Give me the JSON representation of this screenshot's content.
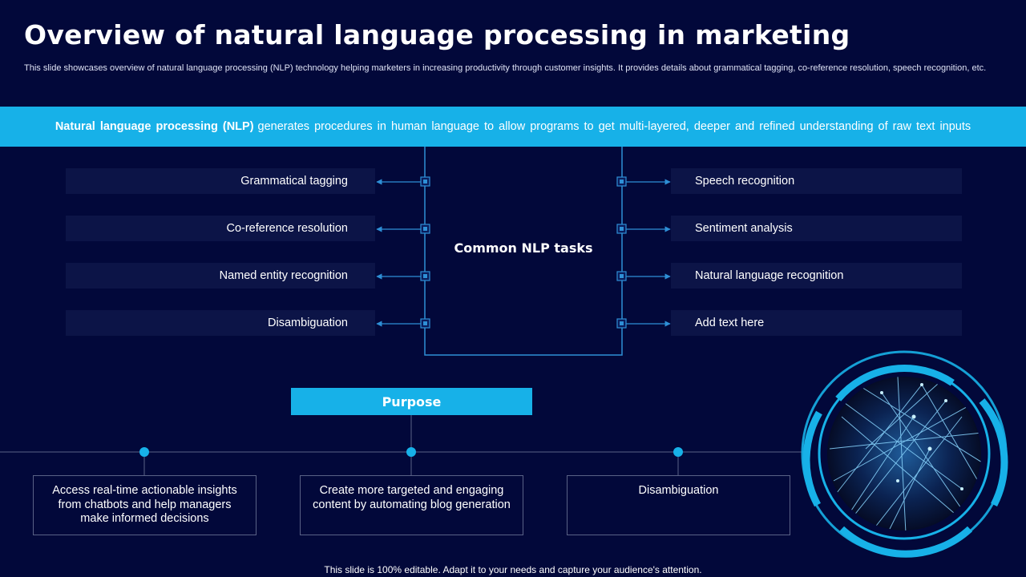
{
  "slide": {
    "title": "Overview of natural language processing in marketing",
    "subtitle": "This slide showcases overview of natural language processing (NLP) technology helping marketers in increasing productivity through customer insights. It provides details about grammatical tagging, co-reference resolution, speech recognition, etc.",
    "banner": {
      "bold": "Natural language processing (NLP)",
      "rest": "generates procedures in human language to allow programs to get multi-layered,  deeper and refined understanding of raw text inputs"
    },
    "center_label": "Common NLP tasks",
    "tasks_left": [
      "Grammatical tagging",
      "Co-reference resolution",
      "Named entity recognition",
      "Disambiguation"
    ],
    "tasks_right": [
      "Speech recognition",
      "Sentiment analysis",
      "Natural language recognition",
      "Add text here"
    ],
    "purpose_label": "Purpose",
    "purposes": [
      "Access real-time actionable insights from chatbots and help managers make informed decisions",
      "Create more targeted and engaging content by automating blog generation",
      "Disambiguation"
    ],
    "footer": "This slide is 100% editable. Adapt it to your needs and capture your audience's attention."
  },
  "colors": {
    "background": "#02083a",
    "accent": "#17b1e8",
    "task_box": "#0c1447",
    "connector": "#2e8fd6"
  },
  "icons": [
    "connector-node-icon",
    "arrow-left-icon",
    "arrow-right-icon",
    "timeline-dot-icon"
  ]
}
